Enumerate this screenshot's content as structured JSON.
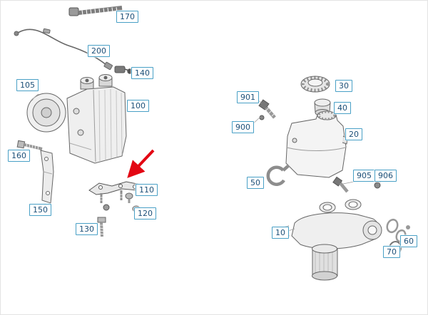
{
  "colors": {
    "arrow": "#e30613",
    "label_border": "#49a0c6",
    "label_text": "#1c4f78",
    "line_art": "#6a6a6a"
  },
  "diagram": {
    "labels": [
      {
        "text": "170"
      },
      {
        "text": "200"
      },
      {
        "text": "140"
      },
      {
        "text": "105"
      },
      {
        "text": "100"
      },
      {
        "text": "160"
      },
      {
        "text": "150"
      },
      {
        "text": "110"
      },
      {
        "text": "120"
      },
      {
        "text": "130"
      },
      {
        "text": "901"
      },
      {
        "text": "900"
      },
      {
        "text": "30"
      },
      {
        "text": "40"
      },
      {
        "text": "20"
      },
      {
        "text": "50"
      },
      {
        "text": "905"
      },
      {
        "text": "906"
      },
      {
        "text": "10"
      },
      {
        "text": "60"
      },
      {
        "text": "70"
      }
    ]
  }
}
